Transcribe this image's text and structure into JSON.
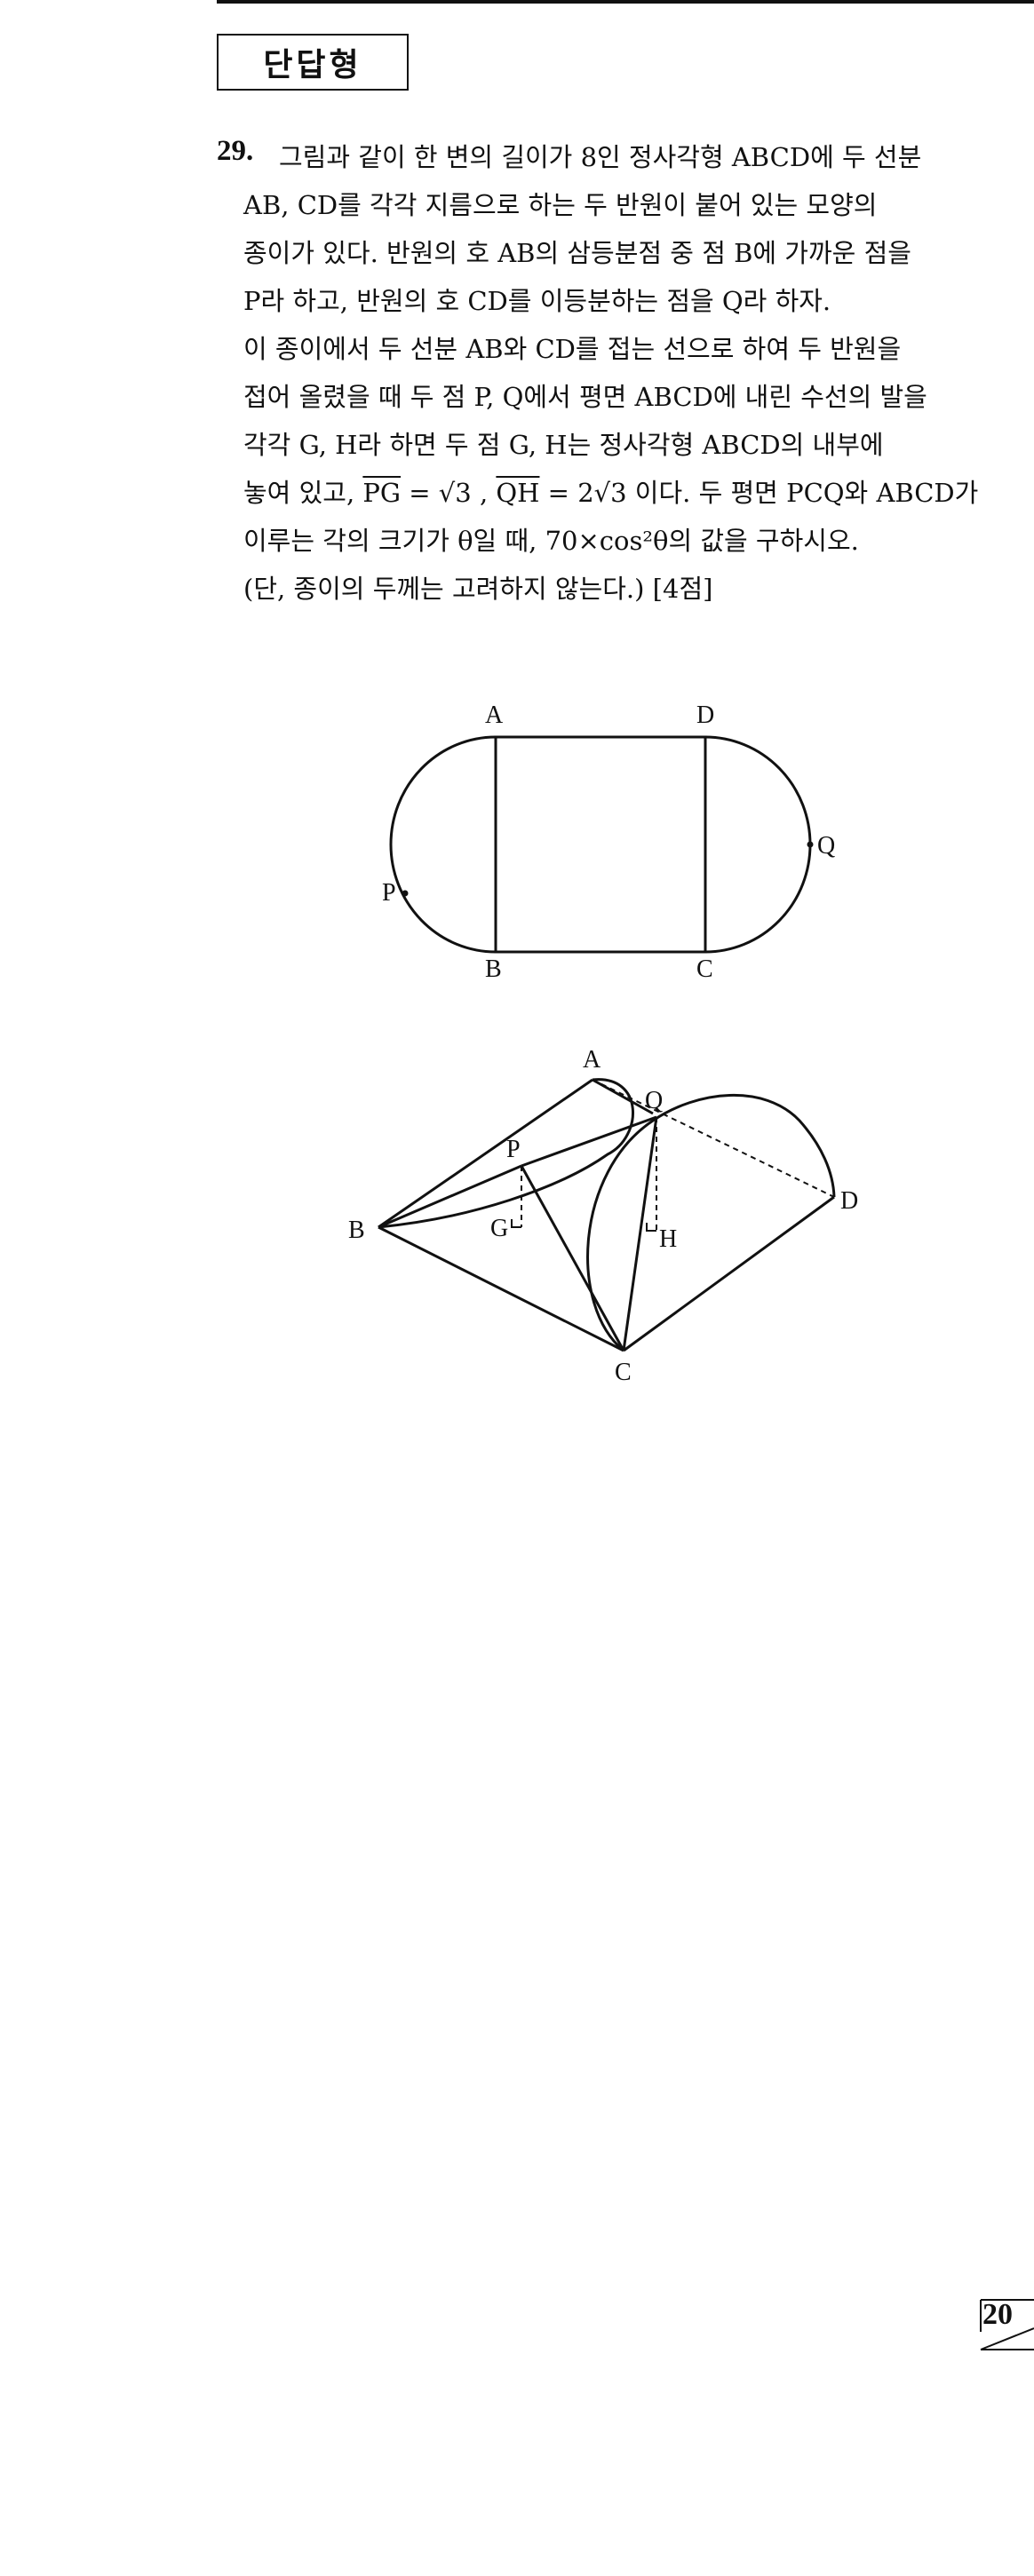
{
  "header": {
    "section_title": "단답형"
  },
  "question": {
    "number": "29.",
    "lines": [
      "그림과 같이 한 변의 길이가 8인 정사각형 ABCD에 두 선분",
      "AB, CD를 각각 지름으로 하는 두 반원이 붙어 있는 모양의",
      "종이가 있다. 반원의 호 AB의 삼등분점 중 점 B에 가까운 점을",
      "P라 하고, 반원의 호 CD를 이등분하는 점을 Q라 하자.",
      "이 종이에서 두 선분 AB와 CD를 접는 선으로 하여 두 반원을",
      "접어 올렸을 때 두 점 P, Q에서 평면 ABCD에 내린 수선의 발을",
      "각각 G, H라 하면 두 점 G, H는 정사각형 ABCD의 내부에"
    ],
    "line8": {
      "pre": "놓여 있고, ",
      "pg": "PG",
      "eq1": " = √3 , ",
      "qh": "QH",
      "eq2": " = 2√3 이다. 두 평면 PCQ와 ABCD가"
    },
    "line9": "이루는 각의 크기가 θ일 때, 70×cos²θ의 값을 구하시오.",
    "line10": "(단, 종이의 두께는 고려하지 않는다.) [4점]"
  },
  "figure1": {
    "labels": {
      "A": "A",
      "B": "B",
      "C": "C",
      "D": "D",
      "P": "P",
      "Q": "Q"
    }
  },
  "figure2": {
    "labels": {
      "A": "A",
      "B": "B",
      "C": "C",
      "D": "D",
      "P": "P",
      "Q": "Q",
      "G": "G",
      "H": "H"
    }
  },
  "footer": {
    "page_number": "20"
  }
}
